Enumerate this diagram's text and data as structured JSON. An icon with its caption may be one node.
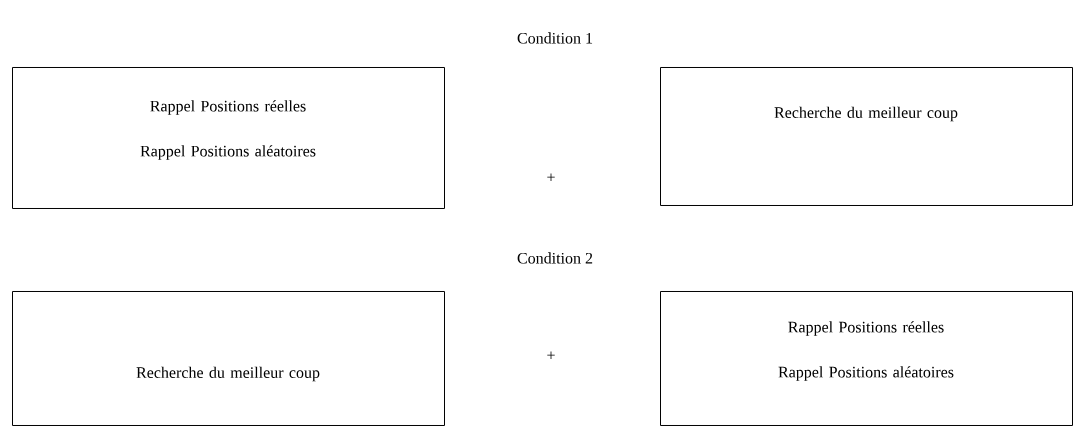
{
  "diagram": {
    "nodes": [
      {
        "text": [
          "Rappel Positions réelles",
          "Rappel Positions aléatoires"
        ]
      },
      {
        "text": [
          "Recherche du meilleur coup"
        ]
      },
      {
        "text": [
          "Recherche du meilleur coup"
        ]
      },
      {
        "text": [
          "Rappel Positions réelles",
          "Rappel Positions aléatoires"
        ]
      }
    ],
    "labels": [
      "Condition 1",
      "+",
      "Condition 2",
      "+"
    ]
  }
}
